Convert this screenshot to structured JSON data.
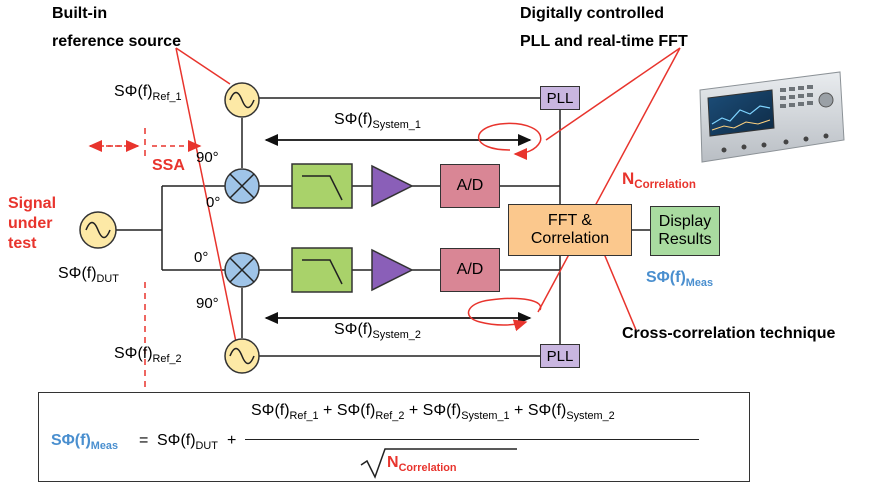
{
  "labels": {
    "builtin_ref_line1": "Built-in",
    "builtin_ref_line2": "reference source",
    "pll_fft_line1": "Digitally controlled",
    "pll_fft_line2": "PLL and real-time FFT",
    "s_phi_ref1_main": "SΦ(f)",
    "s_phi_ref1_sub": "Ref_1",
    "s_phi_ref2_main": "SΦ(f)",
    "s_phi_ref2_sub": "Ref_2",
    "s_phi_dut_main": "SΦ(f)",
    "s_phi_dut_sub": "DUT",
    "s_phi_sys1_main": "SΦ(f)",
    "s_phi_sys1_sub": "System_1",
    "s_phi_sys2_main": "SΦ(f)",
    "s_phi_sys2_sub": "System_2",
    "ssa": "SSA",
    "deg90_top": "90°",
    "deg0_top": "0°",
    "deg0_bottom": "0°",
    "deg90_bottom": "90°",
    "signal_line1": "Signal",
    "signal_line2": "under",
    "signal_line3": "test",
    "pll_top": "PLL",
    "pll_bottom": "PLL",
    "ad_top": "A/D",
    "ad_bottom": "A/D",
    "fft_line1": "FFT &",
    "fft_line2": "Correlation",
    "display_line1": "Display",
    "display_line2": "Results",
    "ncorr_main": "N",
    "ncorr_sub": "Correlation",
    "s_phi_meas_main": "SΦ(f)",
    "s_phi_meas_sub": "Meas",
    "cross_corr": "Cross-correlation technique"
  },
  "formula": {
    "lhs_main": "SΦ(f)",
    "lhs_sub": "Meas",
    "eq": "=",
    "dut_main": "SΦ(f)",
    "dut_sub": "DUT",
    "plus": "+",
    "num_ref1_main": "SΦ(f)",
    "num_ref1_sub": "Ref_1",
    "num_plus1": "+",
    "num_ref2_main": "SΦ(f)",
    "num_ref2_sub": "Ref_2",
    "num_plus2": "+",
    "num_sys1_main": "SΦ(f)",
    "num_sys1_sub": "System_1",
    "num_plus3": "+",
    "num_sys2_main": "SΦ(f)",
    "num_sys2_sub": "System_2",
    "den_main": "N",
    "den_sub": "Correlation"
  },
  "colors": {
    "red": "#e8342d",
    "blue": "#4a8fcf",
    "oscillator_fill": "#fde9a6",
    "mixer_fill": "#9fc4e8",
    "filter_fill": "#a9d26a",
    "amp_fill": "#8a5fb8",
    "ad_fill": "#d98695",
    "pll_fill": "#c9b6e0",
    "fft_fill": "#fbc88d",
    "display_fill": "#a9dba0"
  }
}
